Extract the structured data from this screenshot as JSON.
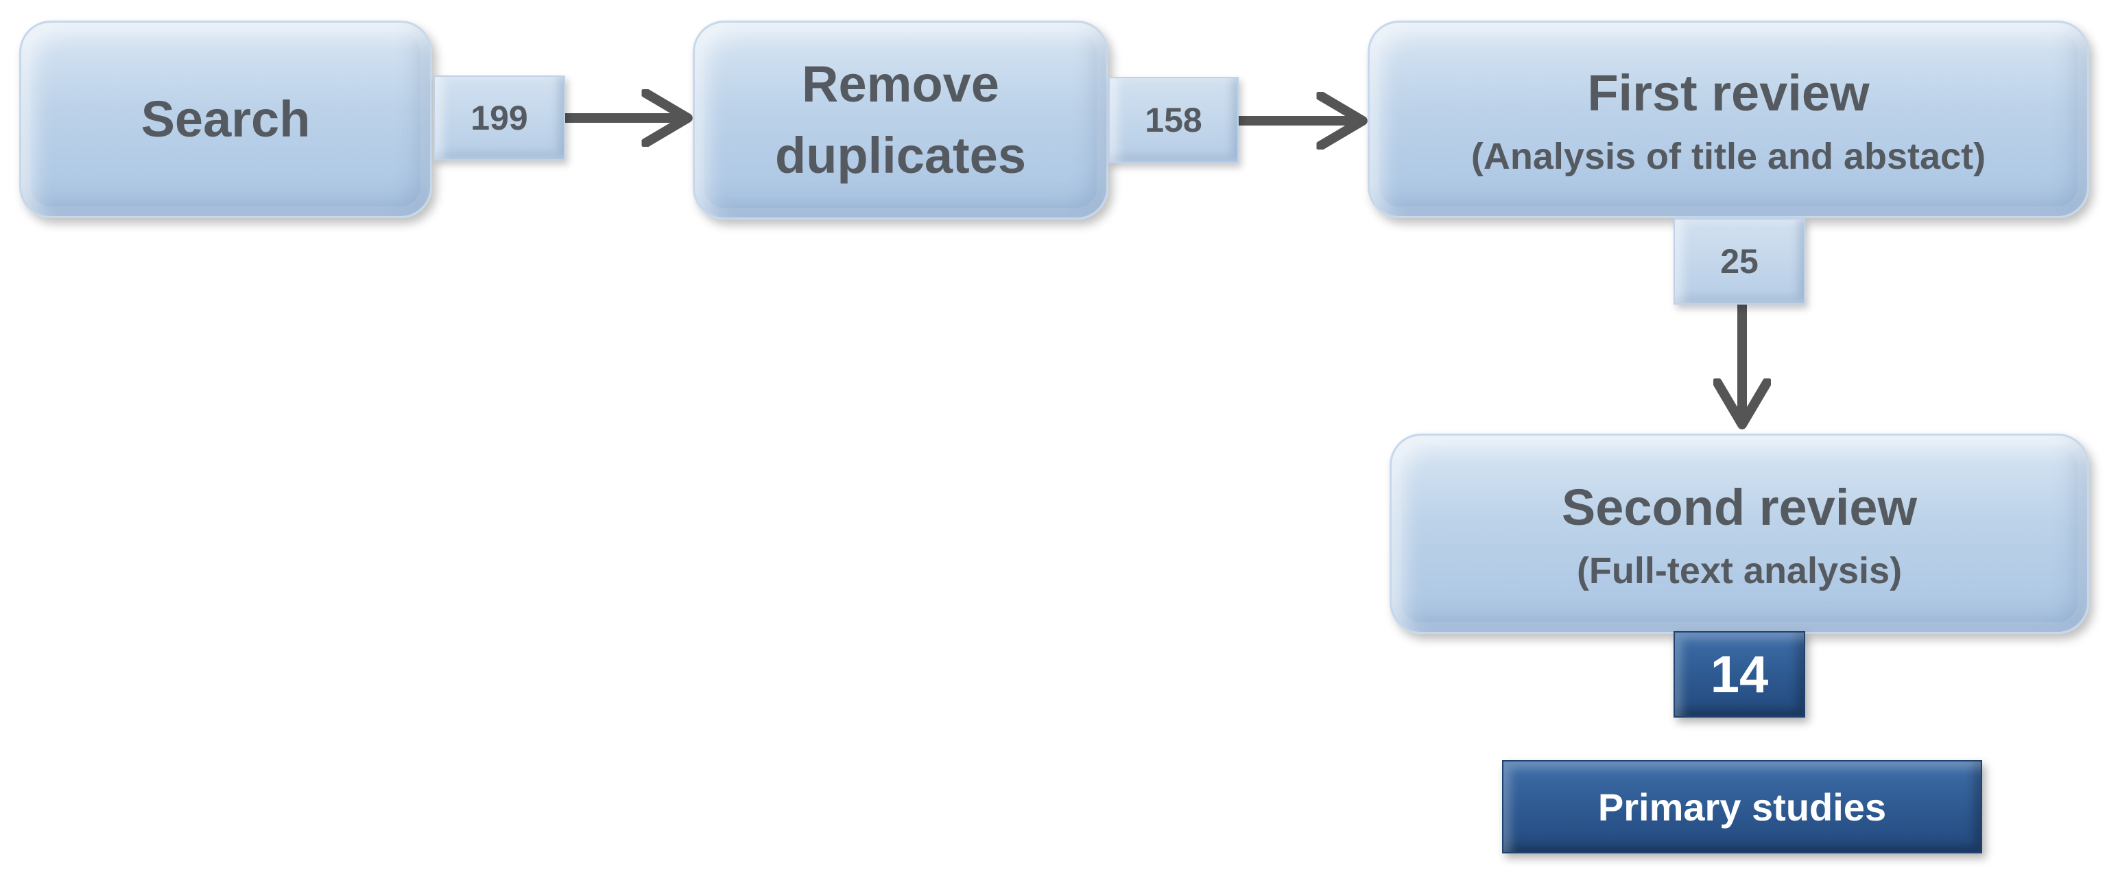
{
  "steps": {
    "search": {
      "label": "Search"
    },
    "remove_duplicates": {
      "line1": "Remove",
      "line2": "duplicates"
    },
    "first_review": {
      "title": "First review",
      "subtitle": "(Analysis of title and abstact)"
    },
    "second_review": {
      "title": "Second review",
      "subtitle": "(Full-text analysis)"
    }
  },
  "counts": {
    "after_search": "199",
    "after_duplicates": "158",
    "after_first_review": "25",
    "final": "14"
  },
  "result_label": "Primary studies",
  "colors": {
    "box": "#bcd2e9",
    "box_text": "#555a60",
    "arrow": "#555555",
    "result_box": "#2d5890",
    "result_text": "#ffffff"
  }
}
